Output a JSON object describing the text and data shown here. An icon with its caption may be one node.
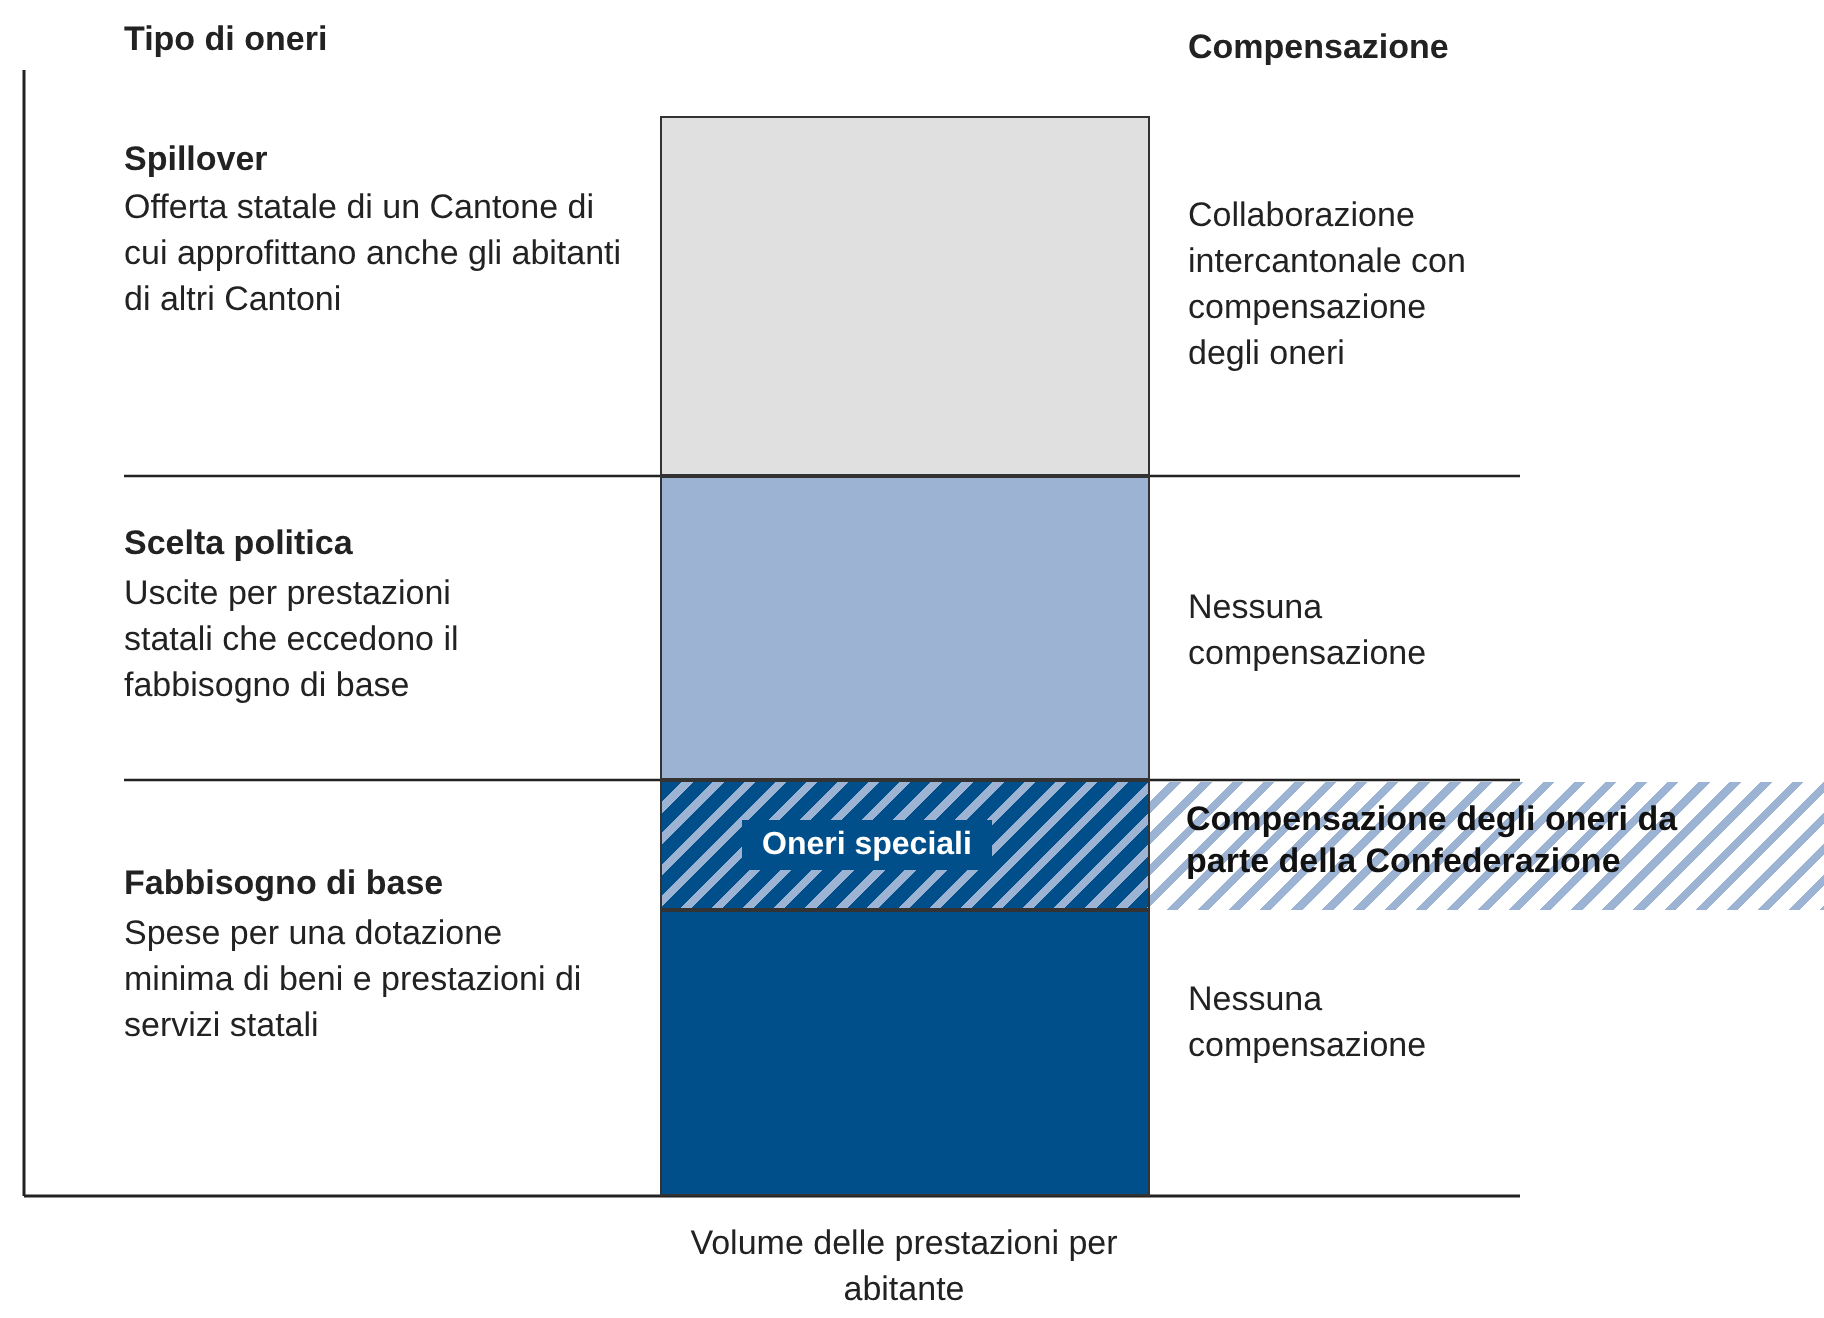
{
  "diagram": {
    "nodes": [
      {
        "text": [],
        "shape": "bar"
      },
      {
        "text": [],
        "shape": "bar"
      },
      {
        "text": [
          "Oneri speciali"
        ]
      },
      {
        "text": [],
        "shape": "bar"
      },
      {
        "text": [
          "Compensazione degli oneri da parte della Confederazione"
        ]
      }
    ],
    "edges": [],
    "labels": [
      "Tipo di oneri",
      "Compensazione",
      "Spillover",
      "Offerta statale di un Cantone di cui approfittano anche gli abitanti di altri Cantoni",
      "Collaborazione intercantonale con compensazione degli oneri",
      "Scelta politica",
      "Uscite per prestazioni statali che eccedono il fabbisogno di base",
      "Nessuna compensazione",
      "Fabbisogno di base",
      "Spese per una dotazione minima di beni e prestazioni di servizi statali",
      "Nessuna compensazione",
      "Volume delle prestazioni per abitante"
    ]
  }
}
